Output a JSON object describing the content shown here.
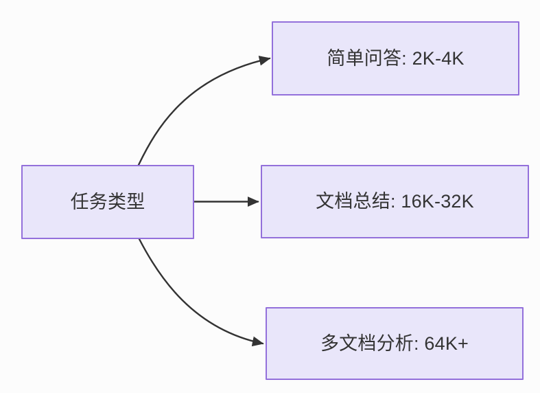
{
  "diagram": {
    "type": "flowchart",
    "direction": "left-to-right",
    "background_color": "#fcfcfc",
    "node_fill_color": "#e9e6fa",
    "node_border_color": "#9370db",
    "node_text_color": "#333333",
    "edge_color": "#333333",
    "nodes": [
      {
        "id": "source",
        "label": "任务类型",
        "role": "root"
      },
      {
        "id": "simple",
        "label": "简单问答: 2K-4K",
        "role": "leaf"
      },
      {
        "id": "doc",
        "label": "文档总结: 16K-32K",
        "role": "leaf"
      },
      {
        "id": "multidoc",
        "label": "多文档分析: 64K+",
        "role": "leaf"
      }
    ],
    "edges": [
      {
        "id": "edge-source-simple",
        "from": "任务类型",
        "to": "简单问答: 2K-4K",
        "label": "",
        "style": "curved",
        "arrowhead": "triangle"
      },
      {
        "id": "edge-source-doc",
        "from": "任务类型",
        "to": "文档总结: 16K-32K",
        "label": "",
        "style": "straight",
        "arrowhead": "triangle"
      },
      {
        "id": "edge-source-multidoc",
        "from": "任务类型",
        "to": "多文档分析: 64K+",
        "label": "",
        "style": "curved",
        "arrowhead": "triangle"
      }
    ]
  }
}
